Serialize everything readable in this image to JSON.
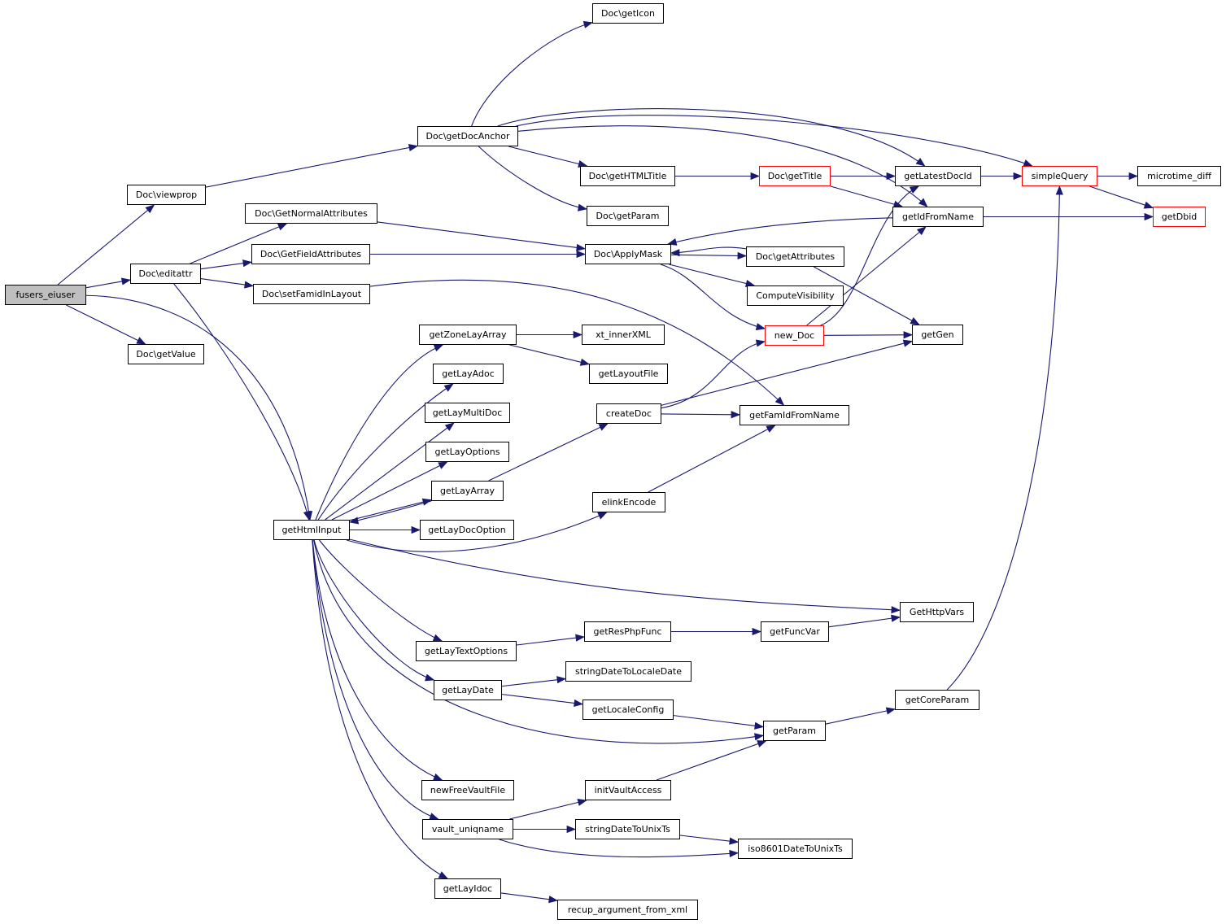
{
  "graph": {
    "nodes": [
      {
        "id": "fusers_eiuser",
        "label": "fusers_eiuser",
        "style": "root"
      },
      {
        "id": "viewprop",
        "label": "Doc\\viewprop",
        "style": "normal"
      },
      {
        "id": "editattr",
        "label": "Doc\\editattr",
        "style": "normal"
      },
      {
        "id": "getValue",
        "label": "Doc\\getValue",
        "style": "normal"
      },
      {
        "id": "getDocAnchor",
        "label": "Doc\\getDocAnchor",
        "style": "normal"
      },
      {
        "id": "getNormalAttributes",
        "label": "Doc\\GetNormalAttributes",
        "style": "normal"
      },
      {
        "id": "getFieldAttributes",
        "label": "Doc\\GetFieldAttributes",
        "style": "normal"
      },
      {
        "id": "setFamidInLayout",
        "label": "Doc\\setFamidInLayout",
        "style": "normal"
      },
      {
        "id": "getHtmlInput",
        "label": "getHtmlInput",
        "style": "normal"
      },
      {
        "id": "getIcon",
        "label": "Doc\\getIcon",
        "style": "normal"
      },
      {
        "id": "getHTMLTitle",
        "label": "Doc\\getHTMLTitle",
        "style": "normal"
      },
      {
        "id": "docGetParam",
        "label": "Doc\\getParam",
        "style": "normal"
      },
      {
        "id": "applyMask",
        "label": "Doc\\ApplyMask",
        "style": "normal"
      },
      {
        "id": "getTitle",
        "label": "Doc\\getTitle",
        "style": "red"
      },
      {
        "id": "getAttributes",
        "label": "Doc\\getAttributes",
        "style": "normal"
      },
      {
        "id": "computeVisibility",
        "label": "ComputeVisibility",
        "style": "normal"
      },
      {
        "id": "newDoc",
        "label": "new_Doc",
        "style": "red"
      },
      {
        "id": "getLatestDocId",
        "label": "getLatestDocId",
        "style": "normal"
      },
      {
        "id": "getIdFromName",
        "label": "getIdFromName",
        "style": "normal"
      },
      {
        "id": "simpleQuery",
        "label": "simpleQuery",
        "style": "red"
      },
      {
        "id": "microtimeDiff",
        "label": "microtime_diff",
        "style": "normal"
      },
      {
        "id": "getDbid",
        "label": "getDbid",
        "style": "red"
      },
      {
        "id": "getGen",
        "label": "getGen",
        "style": "normal"
      },
      {
        "id": "getZoneLayArray",
        "label": "getZoneLayArray",
        "style": "normal"
      },
      {
        "id": "xtInnerXML",
        "label": "xt_innerXML",
        "style": "normal"
      },
      {
        "id": "getLayoutFile",
        "label": "getLayoutFile",
        "style": "normal"
      },
      {
        "id": "getLayAdoc",
        "label": "getLayAdoc",
        "style": "normal"
      },
      {
        "id": "getLayMultiDoc",
        "label": "getLayMultiDoc",
        "style": "normal"
      },
      {
        "id": "createDoc",
        "label": "createDoc",
        "style": "normal"
      },
      {
        "id": "getFamIdFromName",
        "label": "getFamIdFromName",
        "style": "normal"
      },
      {
        "id": "getLayOptions",
        "label": "getLayOptions",
        "style": "normal"
      },
      {
        "id": "getLayArray",
        "label": "getLayArray",
        "style": "normal"
      },
      {
        "id": "elinkEncode",
        "label": "elinkEncode",
        "style": "normal"
      },
      {
        "id": "getLayDocOption",
        "label": "getLayDocOption",
        "style": "normal"
      },
      {
        "id": "getHttpVars",
        "label": "GetHttpVars",
        "style": "normal"
      },
      {
        "id": "getLayTextOptions",
        "label": "getLayTextOptions",
        "style": "normal"
      },
      {
        "id": "getResPhpFunc",
        "label": "getResPhpFunc",
        "style": "normal"
      },
      {
        "id": "getFuncVar",
        "label": "getFuncVar",
        "style": "normal"
      },
      {
        "id": "getLayDate",
        "label": "getLayDate",
        "style": "normal"
      },
      {
        "id": "stringDateToLocaleDate",
        "label": "stringDateToLocaleDate",
        "style": "normal"
      },
      {
        "id": "getLocaleConfig",
        "label": "getLocaleConfig",
        "style": "normal"
      },
      {
        "id": "getParam",
        "label": "getParam",
        "style": "normal"
      },
      {
        "id": "getCoreParam",
        "label": "getCoreParam",
        "style": "normal"
      },
      {
        "id": "newFreeVaultFile",
        "label": "newFreeVaultFile",
        "style": "normal"
      },
      {
        "id": "initVaultAccess",
        "label": "initVaultAccess",
        "style": "normal"
      },
      {
        "id": "vaultUniqname",
        "label": "vault_uniqname",
        "style": "normal"
      },
      {
        "id": "stringDateToUnixTs",
        "label": "stringDateToUnixTs",
        "style": "normal"
      },
      {
        "id": "iso8601DateToUnixTs",
        "label": "iso8601DateToUnixTs",
        "style": "normal"
      },
      {
        "id": "getLayIdoc",
        "label": "getLayIdoc",
        "style": "normal"
      },
      {
        "id": "recupArgumentFromXml",
        "label": "recup_argument_from_xml",
        "style": "normal"
      }
    ],
    "edges": [
      [
        "fusers_eiuser",
        "viewprop"
      ],
      [
        "fusers_eiuser",
        "editattr"
      ],
      [
        "fusers_eiuser",
        "getValue"
      ],
      [
        "fusers_eiuser",
        "getHtmlInput"
      ],
      [
        "viewprop",
        "getDocAnchor"
      ],
      [
        "getDocAnchor",
        "getIcon"
      ],
      [
        "getDocAnchor",
        "getHTMLTitle"
      ],
      [
        "getDocAnchor",
        "docGetParam"
      ],
      [
        "getDocAnchor",
        "getLatestDocId"
      ],
      [
        "getDocAnchor",
        "getIdFromName"
      ],
      [
        "getDocAnchor",
        "simpleQuery"
      ],
      [
        "editattr",
        "getNormalAttributes"
      ],
      [
        "editattr",
        "getFieldAttributes"
      ],
      [
        "editattr",
        "setFamidInLayout"
      ],
      [
        "editattr",
        "getHtmlInput"
      ],
      [
        "getNormalAttributes",
        "applyMask"
      ],
      [
        "getFieldAttributes",
        "applyMask"
      ],
      [
        "setFamidInLayout",
        "getFamIdFromName"
      ],
      [
        "getHTMLTitle",
        "getTitle"
      ],
      [
        "getTitle",
        "getLatestDocId"
      ],
      [
        "getTitle",
        "getIdFromName"
      ],
      [
        "getLatestDocId",
        "simpleQuery"
      ],
      [
        "simpleQuery",
        "microtimeDiff"
      ],
      [
        "simpleQuery",
        "getDbid"
      ],
      [
        "getIdFromName",
        "getDbid"
      ],
      [
        "getIdFromName",
        "applyMask"
      ],
      [
        "applyMask",
        "getAttributes"
      ],
      [
        "getAttributes",
        "applyMask"
      ],
      [
        "applyMask",
        "computeVisibility"
      ],
      [
        "applyMask",
        "newDoc"
      ],
      [
        "getAttributes",
        "getGen"
      ],
      [
        "newDoc",
        "getLatestDocId"
      ],
      [
        "newDoc",
        "getIdFromName"
      ],
      [
        "newDoc",
        "getGen"
      ],
      [
        "getHtmlInput",
        "getZoneLayArray"
      ],
      [
        "getHtmlInput",
        "getLayAdoc"
      ],
      [
        "getHtmlInput",
        "getLayMultiDoc"
      ],
      [
        "getHtmlInput",
        "getLayOptions"
      ],
      [
        "getHtmlInput",
        "getLayArray"
      ],
      [
        "getLayArray",
        "getHtmlInput"
      ],
      [
        "getHtmlInput",
        "getLayDocOption"
      ],
      [
        "getHtmlInput",
        "elinkEncode"
      ],
      [
        "getHtmlInput",
        "getHttpVars"
      ],
      [
        "getHtmlInput",
        "getLayTextOptions"
      ],
      [
        "getHtmlInput",
        "getLayDate"
      ],
      [
        "getHtmlInput",
        "getParam"
      ],
      [
        "getHtmlInput",
        "newFreeVaultFile"
      ],
      [
        "getHtmlInput",
        "vaultUniqname"
      ],
      [
        "getHtmlInput",
        "getLayIdoc"
      ],
      [
        "getZoneLayArray",
        "xtInnerXML"
      ],
      [
        "getZoneLayArray",
        "getLayoutFile"
      ],
      [
        "getLayArray",
        "createDoc"
      ],
      [
        "createDoc",
        "newDoc"
      ],
      [
        "createDoc",
        "getGen"
      ],
      [
        "createDoc",
        "getFamIdFromName"
      ],
      [
        "elinkEncode",
        "getFamIdFromName"
      ],
      [
        "getLayTextOptions",
        "getResPhpFunc"
      ],
      [
        "getResPhpFunc",
        "getFuncVar"
      ],
      [
        "getFuncVar",
        "getHttpVars"
      ],
      [
        "getLayDate",
        "stringDateToLocaleDate"
      ],
      [
        "getLayDate",
        "getLocaleConfig"
      ],
      [
        "getLocaleConfig",
        "getParam"
      ],
      [
        "getParam",
        "getCoreParam"
      ],
      [
        "getCoreParam",
        "simpleQuery"
      ],
      [
        "vaultUniqname",
        "initVaultAccess"
      ],
      [
        "initVaultAccess",
        "getParam"
      ],
      [
        "vaultUniqname",
        "stringDateToUnixTs"
      ],
      [
        "stringDateToUnixTs",
        "iso8601DateToUnixTs"
      ],
      [
        "vaultUniqname",
        "iso8601DateToUnixTs"
      ],
      [
        "getLayIdoc",
        "recupArgumentFromXml"
      ]
    ]
  }
}
